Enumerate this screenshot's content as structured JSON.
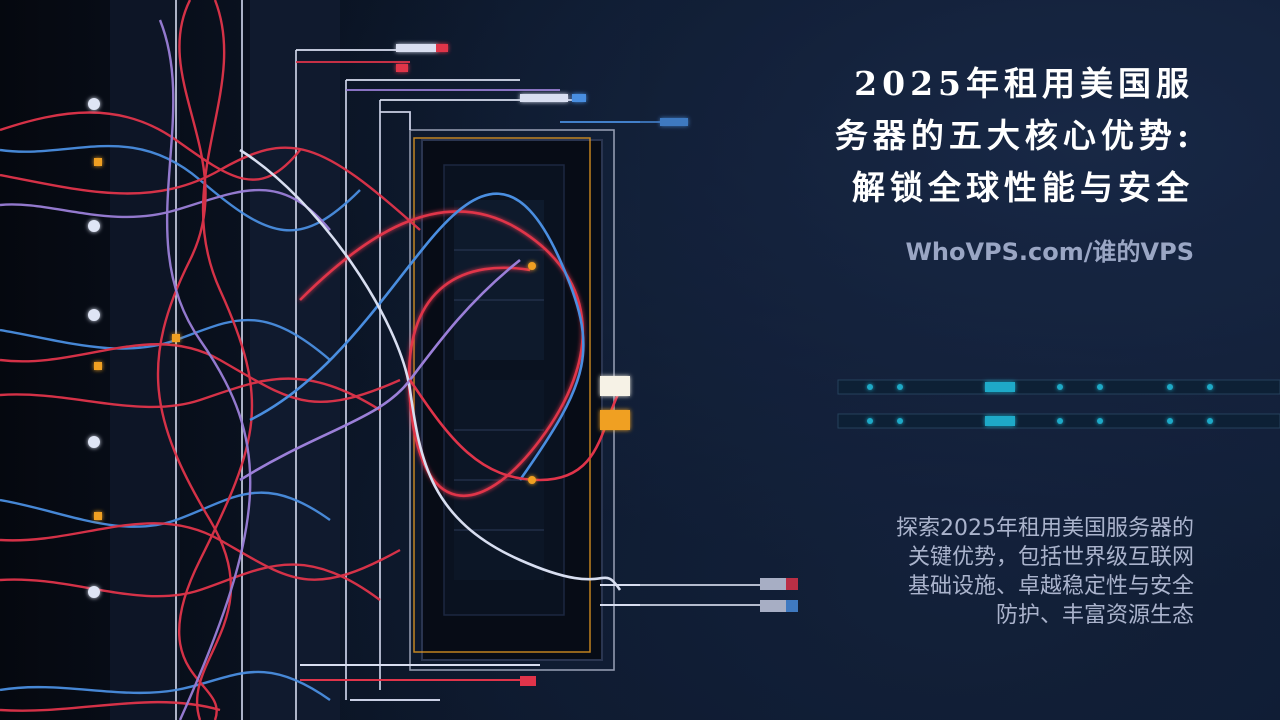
{
  "title": {
    "lines": [
      "2025年租用美国服",
      "务器的五大核心优势:",
      "解锁全球性能与安全"
    ]
  },
  "site": {
    "text": "WhoVPS.com/谁的VPS"
  },
  "description": {
    "lines": [
      "探索2025年租用美国服务器的",
      "关键优势，包括世界级互联网",
      "基础设施、卓越稳定性与安全",
      "防护、丰富资源生态"
    ]
  },
  "colors": {
    "background": "#0b1628",
    "title": "#ffffff",
    "site": "#9aa6c4",
    "description": "#aab3cc",
    "wire_red": "#e0344a",
    "wire_blue": "#4a8ee0",
    "wire_purple": "#9b7fd8",
    "wire_white": "#d8def0",
    "accent_orange": "#f0a020",
    "accent_cyan": "#20c8e8"
  }
}
